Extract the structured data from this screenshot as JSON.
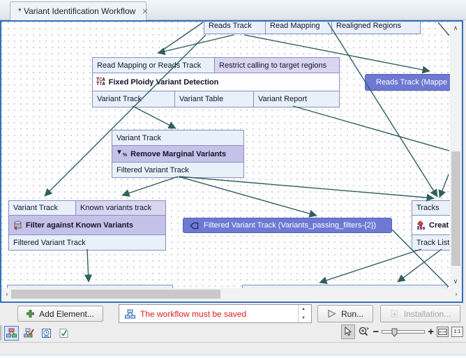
{
  "tab": {
    "title": "* Variant Identification Workflow"
  },
  "icons": {
    "close": "✕",
    "spinner_up": "▲",
    "spinner_down": "▼",
    "scroll_up": "∧",
    "scroll_down": "∨",
    "scroll_left": "‹",
    "scroll_right": "›",
    "zoom_out": "−",
    "zoom_in": "+",
    "one_to_one": "1:1",
    "funnel": "▼",
    "funnel_pct": "%"
  },
  "workflow": {
    "top_node": {
      "outputs": [
        "Reads Track",
        "Read Mapping",
        "Realigned Regions"
      ]
    },
    "fixed_ploidy": {
      "inputs": [
        "Read Mapping or Reads Track",
        "Restrict calling to target regions"
      ],
      "title": "Fixed Ploidy Variant Detection",
      "dna_icon": {
        "t1": "T",
        "c": "C",
        "a1": "A",
        "t2": "T",
        "t3": "T",
        "a2": "A"
      },
      "outputs": [
        "Variant Track",
        "Variant Table",
        "Variant Report"
      ]
    },
    "remove_marginal": {
      "inputs": [
        "Variant Track"
      ],
      "title": "Remove Marginal Variants",
      "outputs": [
        "Filtered Variant Track"
      ]
    },
    "filter_known": {
      "inputs": [
        "Variant Track",
        "Known variants track"
      ],
      "title": "Filter against Known Variants",
      "outputs": [
        "Filtered Variant Track"
      ]
    },
    "create_track": {
      "inputs": [
        "Tracks"
      ],
      "title": "Creat",
      "outputs": [
        "Track List"
      ]
    },
    "output_elements": {
      "variants": "Filtered Variant Track (Variants_passing_filters-{2})",
      "reads": "Reads Track (Mappe"
    }
  },
  "toolbar": {
    "add_element": "Add Element...",
    "status_message": "The workflow must be saved",
    "run": "Run...",
    "installation": "Installation..."
  },
  "colors": {
    "frame_blue": "#3270bd",
    "connection_line": "#2f5f5e",
    "node_border": "#8a8cc4",
    "port_blue": "#e8f1fa",
    "port_lavender": "#dad6ef",
    "title_purple": "#c6c1e8",
    "output_fill": "#6d79d3",
    "status_red": "#e01b1b"
  }
}
